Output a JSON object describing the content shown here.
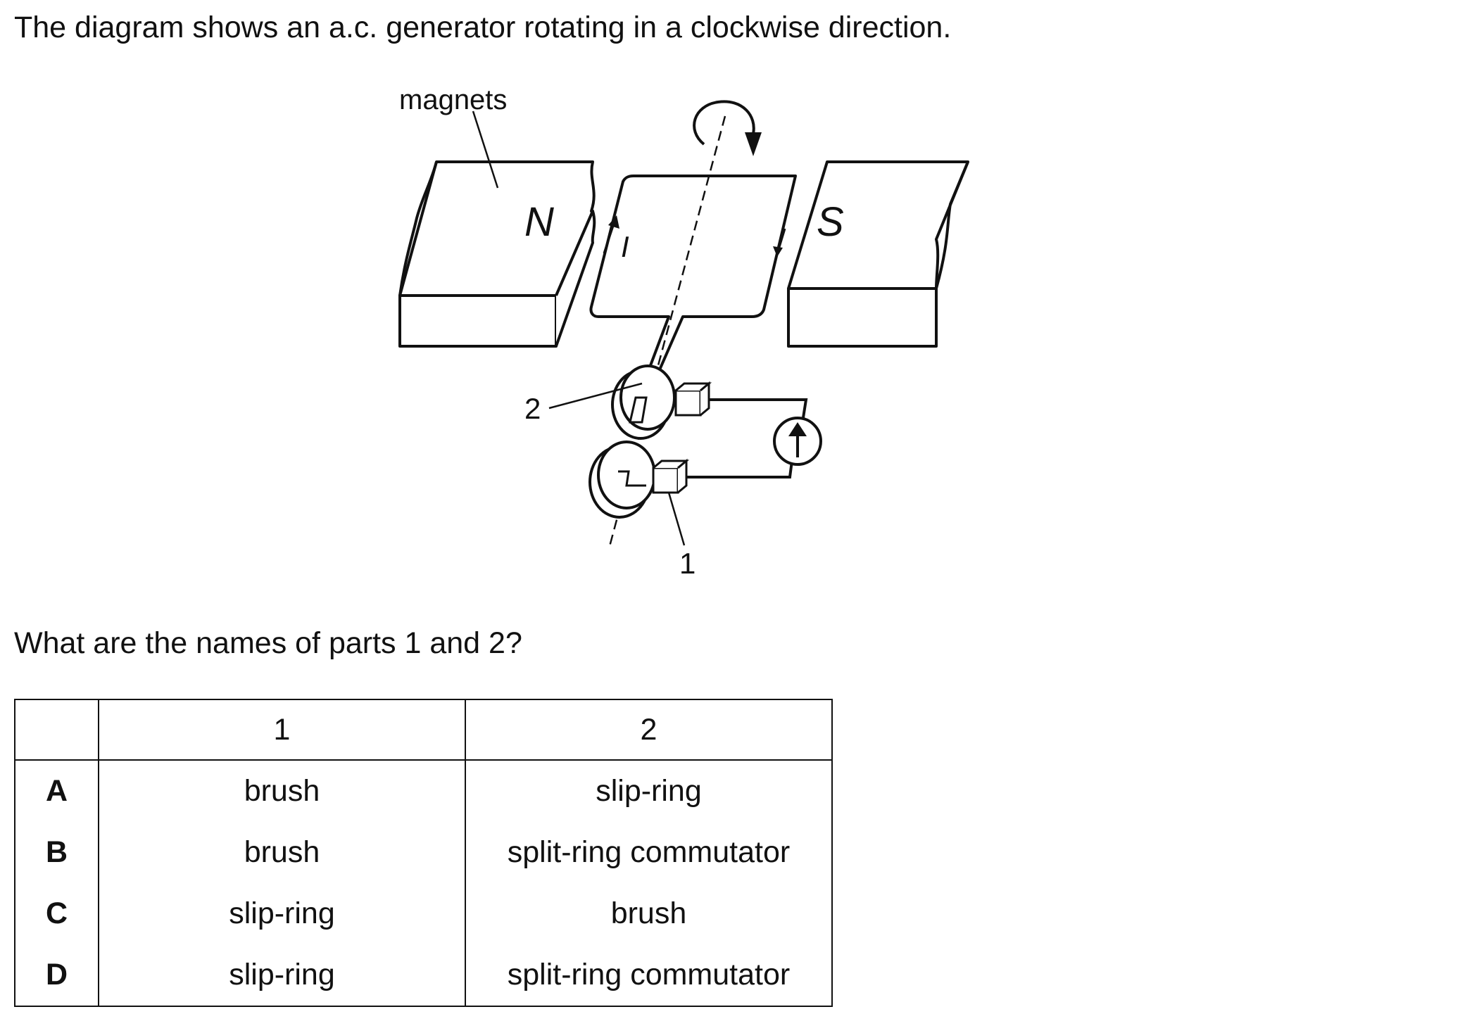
{
  "question": {
    "intro": "The diagram shows an a.c. generator rotating in a clockwise direction.",
    "prompt": "What are the names of parts 1 and 2?"
  },
  "diagram": {
    "labels": {
      "magnets": "magnets",
      "north_pole": "N",
      "south_pole": "S",
      "current": "I",
      "part_1": "1",
      "part_2": "2"
    },
    "icons": [
      "rotation-arrow-icon",
      "current-arrow-icon",
      "meter-icon"
    ]
  },
  "table": {
    "headers": [
      "",
      "1",
      "2"
    ],
    "rows": [
      {
        "letter": "A",
        "part1": "brush",
        "part2": "slip-ring"
      },
      {
        "letter": "B",
        "part1": "brush",
        "part2": "split-ring commutator"
      },
      {
        "letter": "C",
        "part1": "slip-ring",
        "part2": "brush"
      },
      {
        "letter": "D",
        "part1": "slip-ring",
        "part2": "split-ring commutator"
      }
    ]
  }
}
